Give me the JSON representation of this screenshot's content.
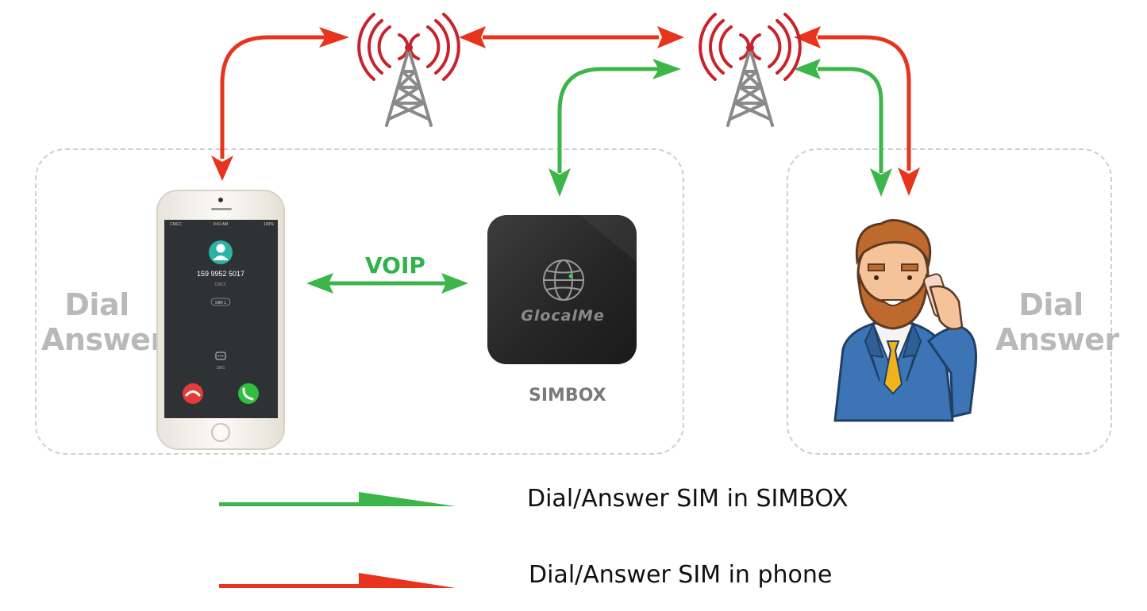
{
  "left_group": {
    "label_line1": "Dial",
    "label_line2": "Answer"
  },
  "right_group": {
    "label_line1": "Dial",
    "label_line2": "Answer"
  },
  "voip_label": "VOIP",
  "simbox": {
    "caption": "SIMBOX",
    "brand": "GlocalMe"
  },
  "phone_screen": {
    "carrier": "CMCC",
    "time": "9:41 AM",
    "battery": "100%",
    "number": "159 9952 5017",
    "network": "CMCC",
    "sim": "SIM 1",
    "sms": "SMS"
  },
  "legend": [
    {
      "color": "#3cb54a",
      "text": "Dial/Answer SIM in SIMBOX"
    },
    {
      "color": "#e8341c",
      "text": "Dial/Answer SIM in phone"
    }
  ],
  "colors": {
    "green": "#3cb54a",
    "red": "#e8341c",
    "dash": "#cfcfcf",
    "label_gray": "#b9b9b9"
  },
  "icons": [
    "cell-tower-icon",
    "smartphone",
    "simbox-device",
    "businessman-on-phone"
  ]
}
